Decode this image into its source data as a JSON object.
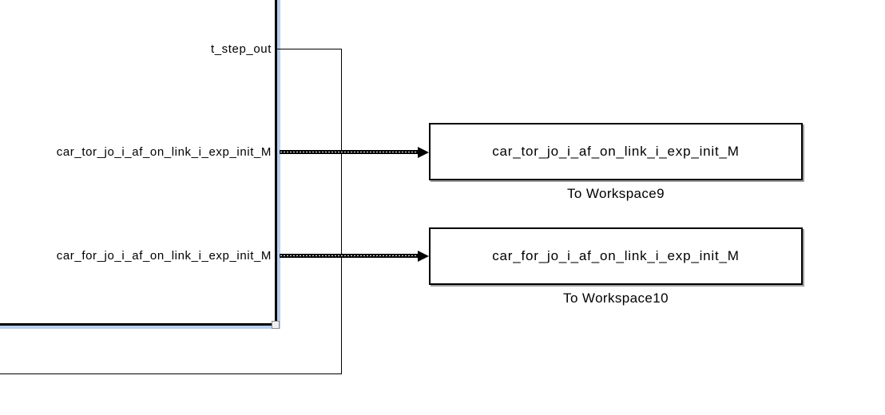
{
  "colors": {
    "background": "#ffffff",
    "line": "#000000",
    "selection_highlight": "#b7d0ee",
    "block_shadow": "#9e9e9e"
  },
  "subsystem": {
    "output_ports": [
      {
        "label": "t_step_out"
      },
      {
        "label": "car_tor_jo_i_af_on_link_i_exp_init_M"
      },
      {
        "label": "car_for_jo_i_af_on_link_i_exp_init_M"
      }
    ]
  },
  "workspace_blocks": [
    {
      "variable": "car_tor_jo_i_af_on_link_i_exp_init_M",
      "name": "To Workspace9"
    },
    {
      "variable": "car_for_jo_i_af_on_link_i_exp_init_M",
      "name": "To Workspace10"
    }
  ]
}
